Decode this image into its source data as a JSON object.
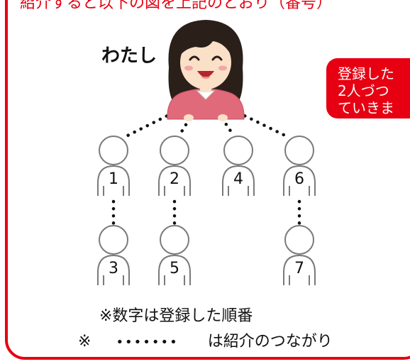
{
  "header": {
    "caption": "紹介すると以下の図を上記のとおり（番号）"
  },
  "callout": {
    "lines": [
      "登録した",
      "2人づつ",
      "ていきま"
    ]
  },
  "diagram": {
    "me_label": "わたし",
    "nodes": [
      {
        "id": "1",
        "label": "1"
      },
      {
        "id": "2",
        "label": "2"
      },
      {
        "id": "4",
        "label": "4"
      },
      {
        "id": "6",
        "label": "6"
      },
      {
        "id": "3",
        "label": "3"
      },
      {
        "id": "5",
        "label": "5"
      },
      {
        "id": "7",
        "label": "7"
      }
    ],
    "links": [
      [
        "me",
        "1"
      ],
      [
        "me",
        "2"
      ],
      [
        "me",
        "4"
      ],
      [
        "me",
        "6"
      ],
      [
        "1",
        "3"
      ],
      [
        "2",
        "5"
      ],
      [
        "6",
        "7"
      ]
    ]
  },
  "legend": {
    "line1": "※数字は登録した順番",
    "line2_prefix": "※",
    "line2_dots": "•••••••",
    "line2_suffix": "は紹介のつながり"
  },
  "colors": {
    "accent": "#e60012",
    "person_outline": "#7a7a7a",
    "dot": "#111111",
    "sweater": "#e06a7a",
    "hair": "#2b1f1a",
    "skin": "#fbe0c8"
  }
}
